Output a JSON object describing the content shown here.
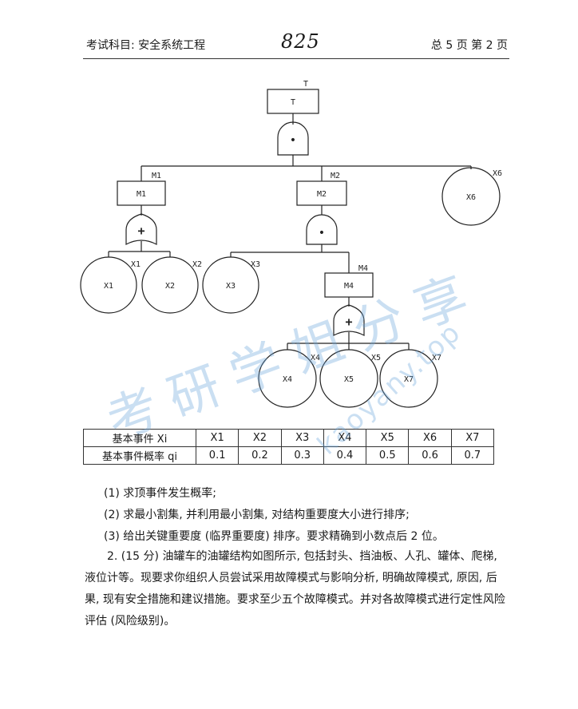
{
  "header": {
    "subject": "考试科目: 安全系统工程",
    "code": "825",
    "page_info": "总 5  页  第 2  页"
  },
  "fault_tree": {
    "top": "T",
    "nodes": {
      "M1": "M1",
      "M2": "M2",
      "M4": "M4",
      "X1": "X1",
      "X2": "X2",
      "X3": "X3",
      "X4": "X4",
      "X5": "X5",
      "X6": "X6",
      "X7": "X7"
    },
    "gates": {
      "and_symbol": "•",
      "or_symbol": "+"
    }
  },
  "table": {
    "row1_header": "基本事件 Xi",
    "row2_header": "基本事件概率 qi",
    "events": [
      "X1",
      "X2",
      "X3",
      "X4",
      "X5",
      "X6",
      "X7"
    ],
    "probabilities": [
      "0.1",
      "0.2",
      "0.3",
      "0.4",
      "0.5",
      "0.6",
      "0.7"
    ]
  },
  "questions": [
    "(1) 求顶事件发生概率;",
    "(2) 求最小割集, 并利用最小割集, 对结构重要度大小进行排序;",
    "(3) 给出关键重要度 (临界重要度) 排序。要求精确到小数点后 2 位。"
  ],
  "question2": "2. (15 分) 油罐车的油罐结构如图所示, 包括封头、挡油板、人孔、罐体、爬梯, 液位计等。现要求你组织人员尝试采用故障模式与影响分析, 明确故障模式, 原因, 后果, 现有安全措施和建议措施。要求至少五个故障模式。并对各故障模式进行定性风险评估 (风险级别)。",
  "watermark": {
    "cn": "考研学姐分享",
    "url": "kaoyany.top",
    "color": "#6aa5dc"
  }
}
